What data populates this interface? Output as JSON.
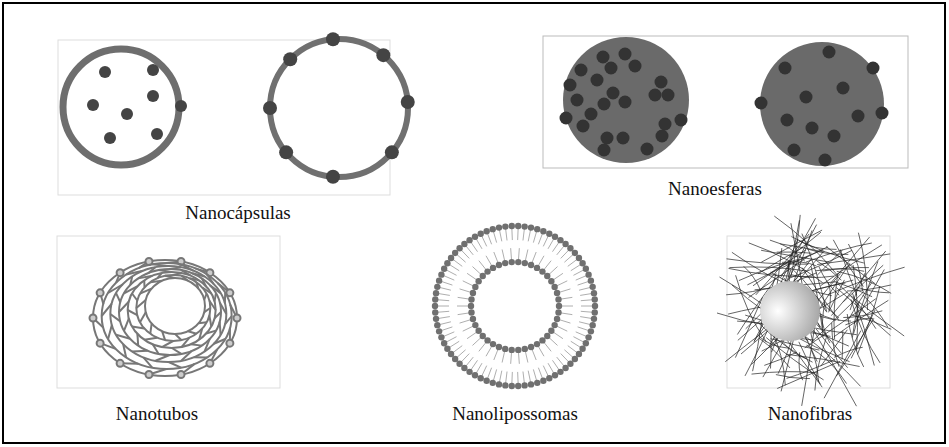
{
  "diagram": {
    "labels": [
      "Nanocápsulas",
      "Nanoesferas",
      "Nanotubos",
      "Nanolipossomas",
      "Nanofibras"
    ]
  }
}
